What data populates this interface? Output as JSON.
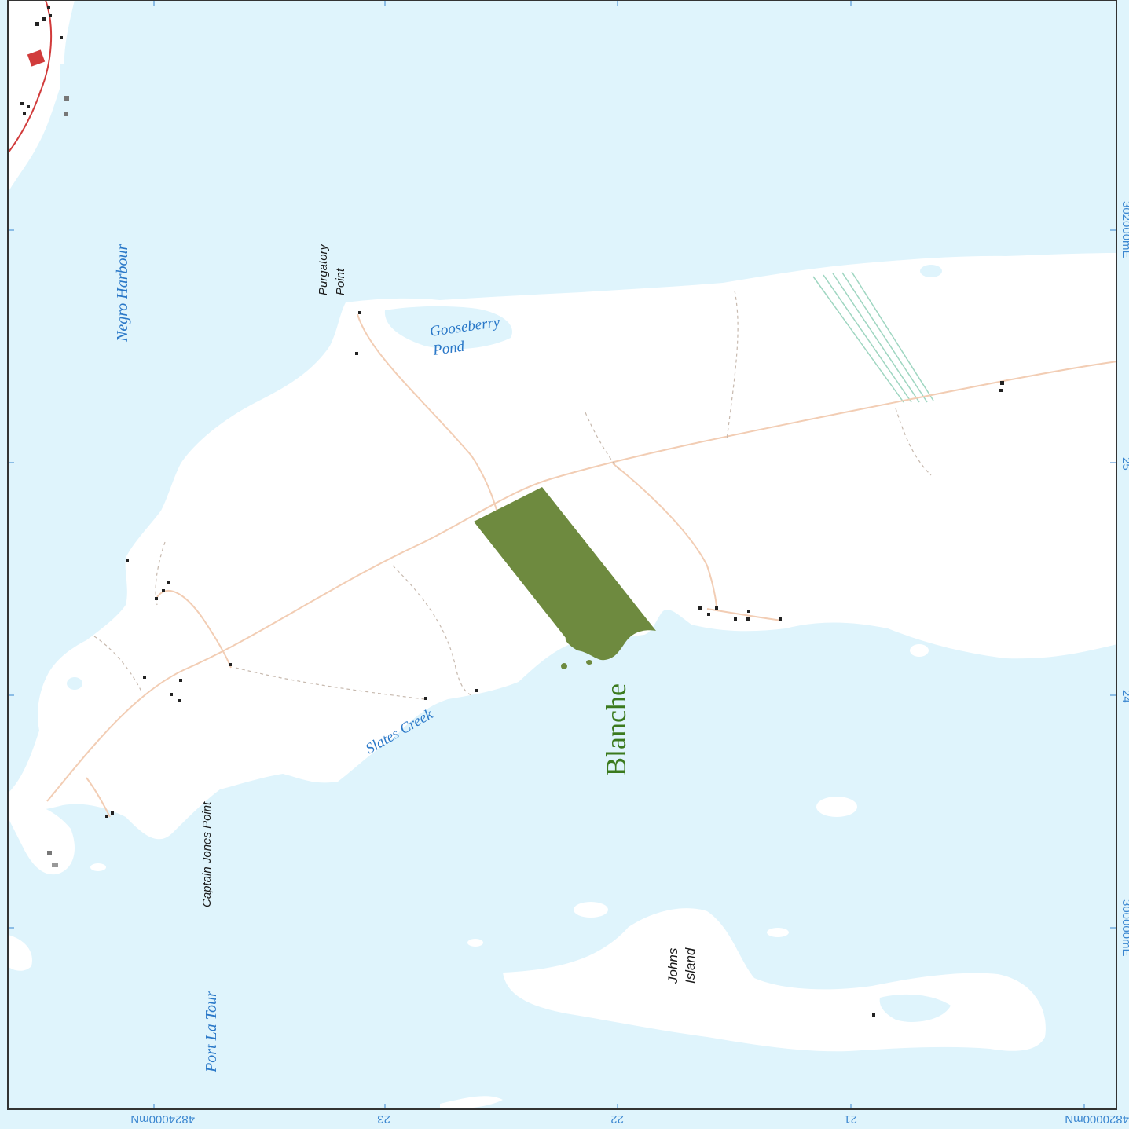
{
  "map": {
    "feature_name": "Blanche",
    "colors": {
      "water": "#dff4fc",
      "land": "#ffffff",
      "parcel": "#6e8a3f",
      "road": "#f2cdb4",
      "trail": "#c7b9ae",
      "highway": "#d13b3b",
      "water_label": "#2a78c8",
      "grid_label": "#3a86d0",
      "wetland": "#9fd6c1"
    },
    "water_labels": {
      "negro_harbour": "Negro Harbour",
      "gooseberry_line1": "Gooseberry",
      "gooseberry_line2": "Pond",
      "slates_creek": "Slates Creek",
      "port_la_tour": "Port La Tour"
    },
    "place_labels": {
      "purgatory_line1": "Purgatory",
      "purgatory_line2": "Point",
      "captain_jones": "Captain Jones Point",
      "johns_line1": "Johns",
      "johns_line2": "Island"
    },
    "grid_labels": {
      "bottom": [
        "4824000mN",
        "23",
        "22",
        "21",
        "4820000mN"
      ],
      "right": [
        "302000mE",
        "25",
        "24",
        "300000mE"
      ]
    }
  }
}
